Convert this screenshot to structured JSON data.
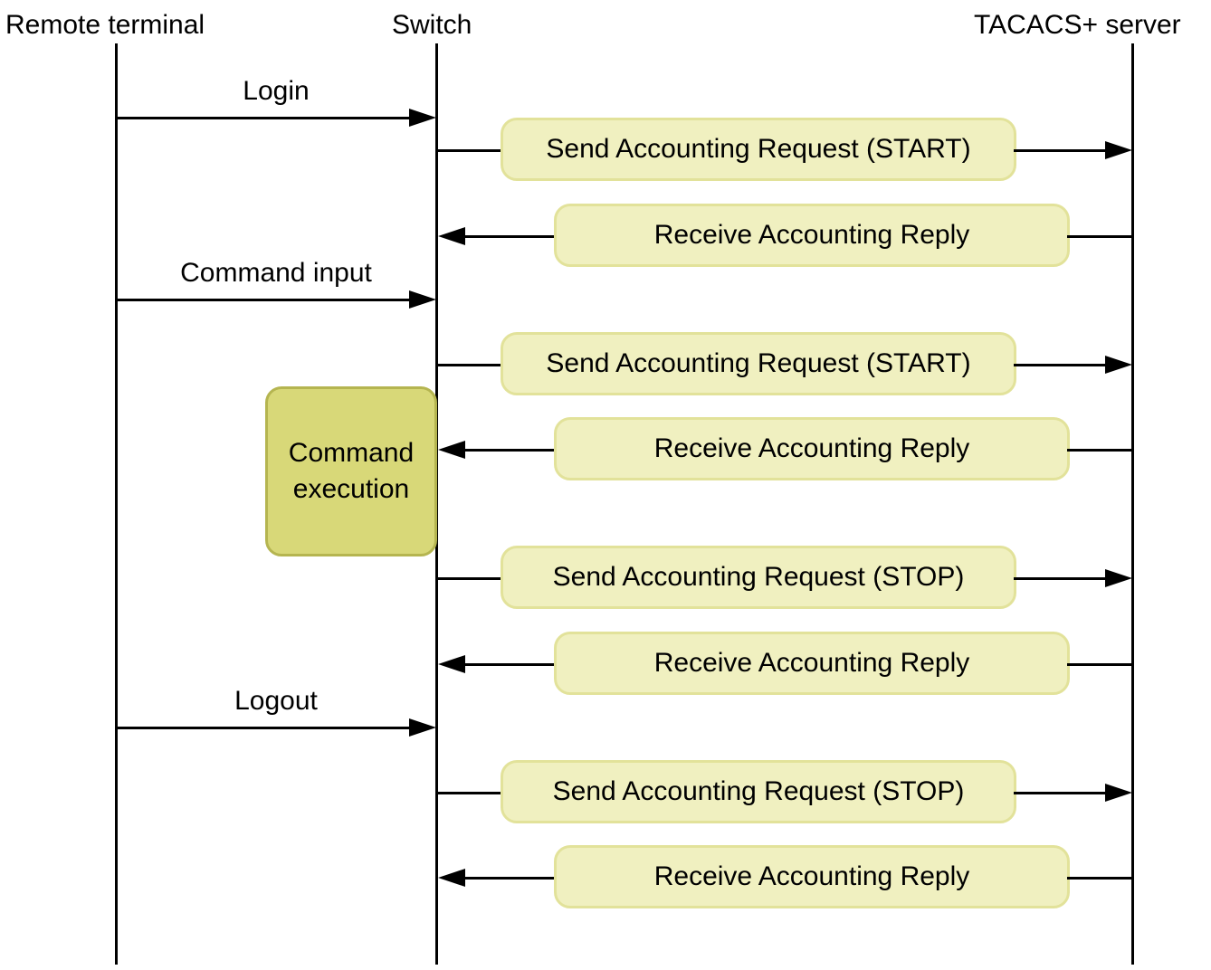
{
  "actors": {
    "remote_terminal": "Remote terminal",
    "switch": "Switch",
    "tacacs_server": "TACACS+ server"
  },
  "terminal_messages": {
    "login": "Login",
    "command_input": "Command input",
    "logout": "Logout"
  },
  "accounting_messages": [
    {
      "direction": "to-server",
      "label": "Send Accounting Request (START)"
    },
    {
      "direction": "to-switch",
      "label": "Receive Accounting Reply"
    },
    {
      "direction": "to-server",
      "label": "Send Accounting Request (START)"
    },
    {
      "direction": "to-switch",
      "label": "Receive Accounting Reply"
    },
    {
      "direction": "to-server",
      "label": "Send Accounting Request (STOP)"
    },
    {
      "direction": "to-switch",
      "label": "Receive Accounting Reply"
    },
    {
      "direction": "to-server",
      "label": "Send Accounting Request (STOP)"
    },
    {
      "direction": "to-switch",
      "label": "Receive Accounting Reply"
    }
  ],
  "command_execution": "Command\nexecution",
  "colors": {
    "pill_fill": "#f0f0c0",
    "pill_border": "#e2e29a",
    "exec_fill": "#d8d878",
    "exec_border": "#b5b550"
  }
}
